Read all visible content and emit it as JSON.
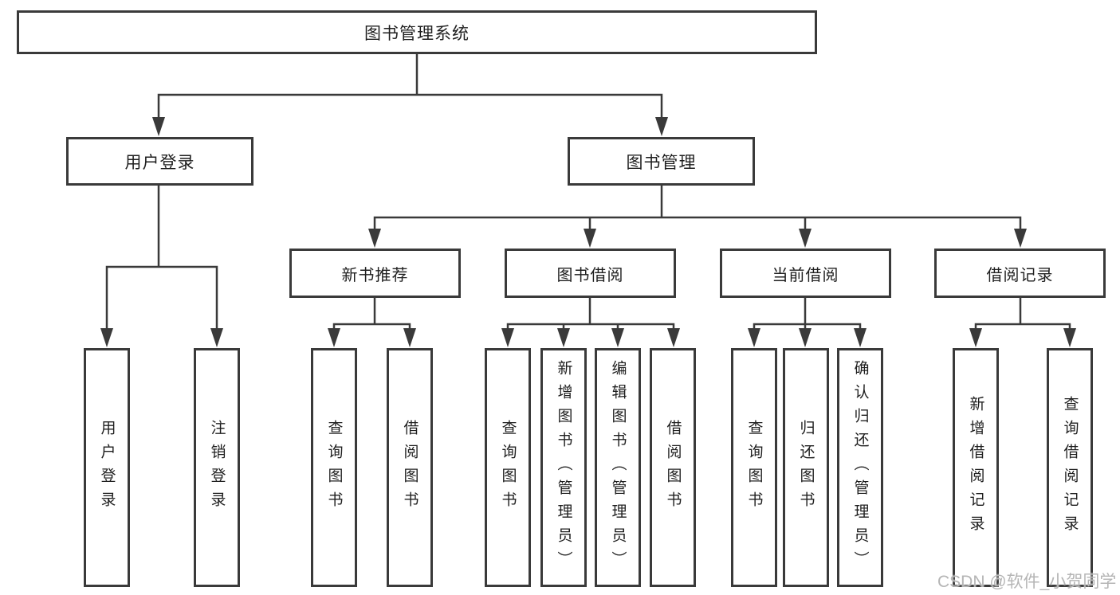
{
  "tree": {
    "root": "图书管理系统",
    "level2": [
      "用户登录",
      "图书管理"
    ],
    "level3": [
      "新书推荐",
      "图书借阅",
      "当前借阅",
      "借阅记录"
    ],
    "leaves": {
      "user_login": [
        "用户登录",
        "注销登录"
      ],
      "new_book_recommend": [
        "查询图书",
        "借阅图书"
      ],
      "book_borrow": [
        "查询图书",
        "新增图书（管理员）",
        "编辑图书（管理员）",
        "借阅图书"
      ],
      "current_borrow": [
        "查询图书",
        "归还图书",
        "确认归还（管理员）"
      ],
      "borrow_records": [
        "新增借阅记录",
        "查询借阅记录"
      ]
    }
  },
  "watermark": "CSDN @软件_小贺同学",
  "colors": {
    "line": "#3a3a3a",
    "text": "#1f1f1f",
    "watermark": "#b5b5b5",
    "background": "#ffffff"
  }
}
